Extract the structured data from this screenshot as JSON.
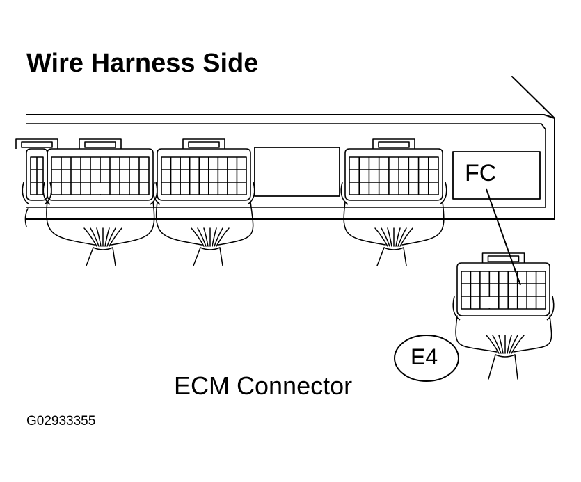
{
  "labels": {
    "title": "Wire Harness Side",
    "fc": "FC",
    "e4": "E4",
    "ecm": "ECM Connector",
    "code": "G02933355"
  },
  "colors": {
    "ink": "#000000",
    "paper": "#ffffff"
  }
}
